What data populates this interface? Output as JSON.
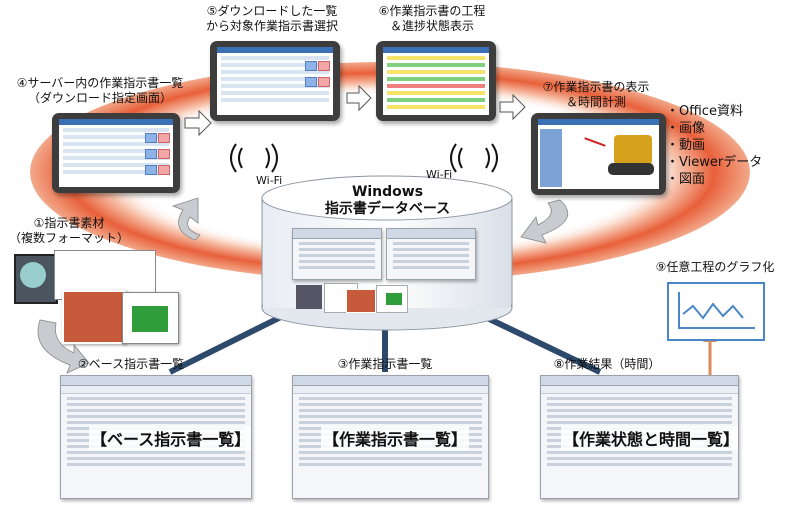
{
  "steps": {
    "s1": {
      "line1": "①指示書素材",
      "line2": "（複数フォーマット）"
    },
    "s2": {
      "label": "②ベース指示書一覧",
      "screen_title": "【ベース指示書一覧】"
    },
    "s3": {
      "label": "③作業指示書一覧",
      "screen_title": "【作業指示書一覧】"
    },
    "s4": {
      "line1": "④サーバー内の作業指示書一覧",
      "line2": "（ダウンロード指定画面）"
    },
    "s5": {
      "line1": "⑤ダウンロードした一覧",
      "line2": "から対象作業指示書選択"
    },
    "s6": {
      "line1": "⑥作業指示書の工程",
      "line2": "＆進捗状態表示"
    },
    "s7": {
      "line1": "⑦作業指示書の表示",
      "line2": "＆時間計測"
    },
    "s8": {
      "label": "⑧作業結果（時間）",
      "screen_title": "【作業状態と時間一覧】"
    },
    "s9": {
      "label": "⑨任意工程のグラフ化"
    }
  },
  "database": {
    "line1": "Windows",
    "line2": "指示書データベース"
  },
  "wifi_left": "Wi-Fi",
  "wifi_right": "Wi-Fi",
  "formats": [
    "・Office資料",
    "・画像",
    "・動画",
    "・Viewerデータ",
    "・図面"
  ],
  "colors": {
    "ring": "#e8603a",
    "ring_light": "#f6c3ae",
    "line": "#2d4a6d",
    "tablet": "#3d3d3d",
    "graph_border": "#4a86c8"
  }
}
